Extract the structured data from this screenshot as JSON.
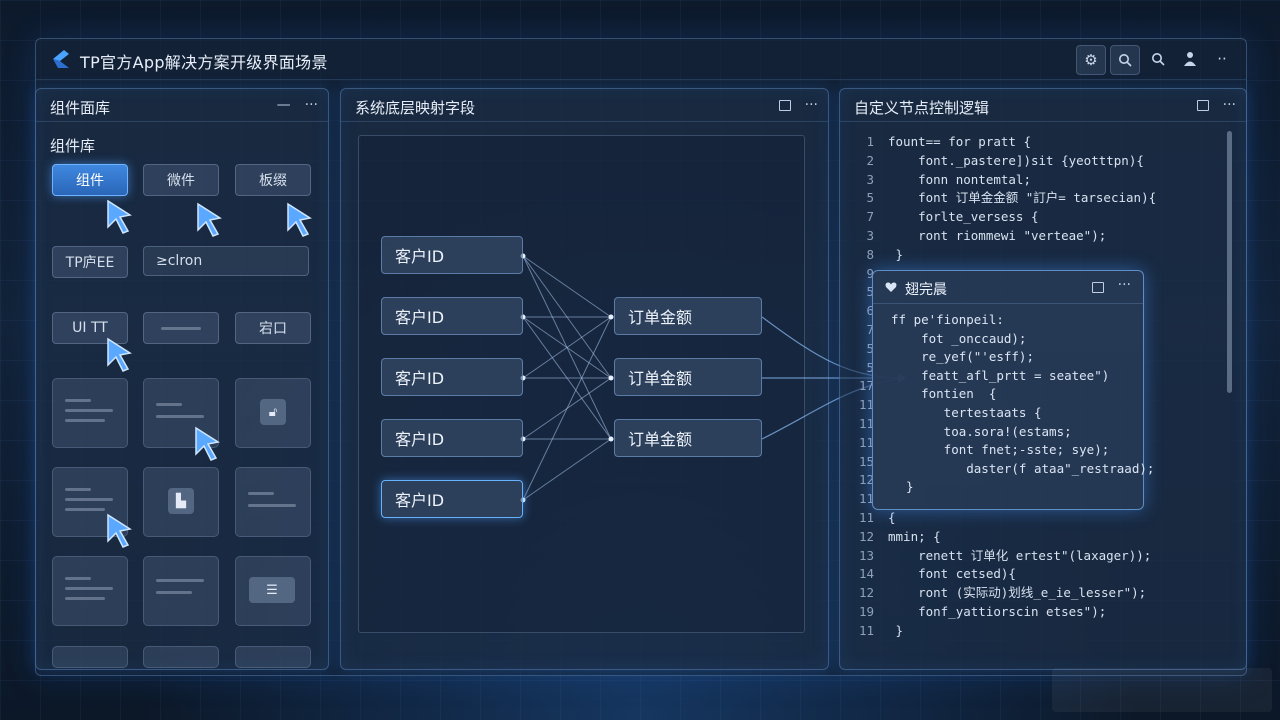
{
  "app": {
    "title": "TP官方App解决方案开级界面场景",
    "colors": {
      "accent": "#3f88e0",
      "glow": "#67b2ff",
      "background": "#12233a"
    },
    "toolbar_icons": [
      "gear-icon",
      "search-icon",
      "search-icon",
      "user-icon",
      "more-icon"
    ]
  },
  "left_panel": {
    "title": "组件面库",
    "heading": "组件库",
    "chips_row1": [
      "组件",
      "微件",
      "板缀"
    ],
    "chip_tpfee": "TP庐EE",
    "search_value": "≥clron",
    "chip_uitt": "UI TT",
    "chip_window": "宕口"
  },
  "mid_panel": {
    "title": "系统底层映射字段",
    "left_nodes": [
      "客户ID",
      "客户ID",
      "客户ID",
      "客户ID",
      "客户ID"
    ],
    "right_nodes": [
      "订单金额",
      "订单金额",
      "订单金额"
    ]
  },
  "right_panel": {
    "title": "自定义节点控制逻辑",
    "lines": [
      {
        "n": "1",
        "t": "fount== for pratt {"
      },
      {
        "n": "2",
        "t": "    font._pastere])sit {yeotttpn){"
      },
      {
        "n": "3",
        "t": "    fonn nontemtal;"
      },
      {
        "n": "5",
        "t": "    font 订单金金额 \"訂户= tarsecian){"
      },
      {
        "n": "7",
        "t": "    forlte_versess {"
      },
      {
        "n": "3",
        "t": "    ront riommewi \"verteae\");"
      },
      {
        "n": "8",
        "t": " }"
      },
      {
        "n": "9",
        "t": ""
      },
      {
        "n": "5",
        "t": ""
      },
      {
        "n": "6",
        "t": ""
      },
      {
        "n": "7",
        "t": ""
      },
      {
        "n": "5",
        "t": ""
      },
      {
        "n": "5",
        "t": ""
      },
      {
        "n": "17",
        "t": ""
      },
      {
        "n": "11",
        "t": ""
      },
      {
        "n": "11",
        "t": ""
      },
      {
        "n": "11",
        "t": ""
      },
      {
        "n": "15",
        "t": ""
      },
      {
        "n": "12",
        "t": ""
      },
      {
        "n": "11",
        "t": ""
      },
      {
        "n": "11",
        "t": "{"
      },
      {
        "n": "12",
        "t": "mmin; {"
      },
      {
        "n": "13",
        "t": "    renett 订单化 ertest\"(laxager));"
      },
      {
        "n": "14",
        "t": "    font cetsed){"
      },
      {
        "n": "12",
        "t": "    ront (实际动)划线_e_ie_lesser\");"
      },
      {
        "n": "19",
        "t": "    fonf_yattiorscin etses\");"
      },
      {
        "n": "11",
        "t": " }"
      }
    ]
  },
  "popup": {
    "title": "翅完晨",
    "lines": [
      "ff pe'fionpeil:",
      "    fot _onccaud);",
      "    re_yef(\"'esff);",
      "    featt_afl_prtt = seatee\")",
      "    fontien  {",
      "       tertestaats {",
      "       toa.sora!(estams;",
      "       font fnet;-sste; sye);",
      "          daster(f ataa\"_restraad);",
      "  }"
    ]
  }
}
